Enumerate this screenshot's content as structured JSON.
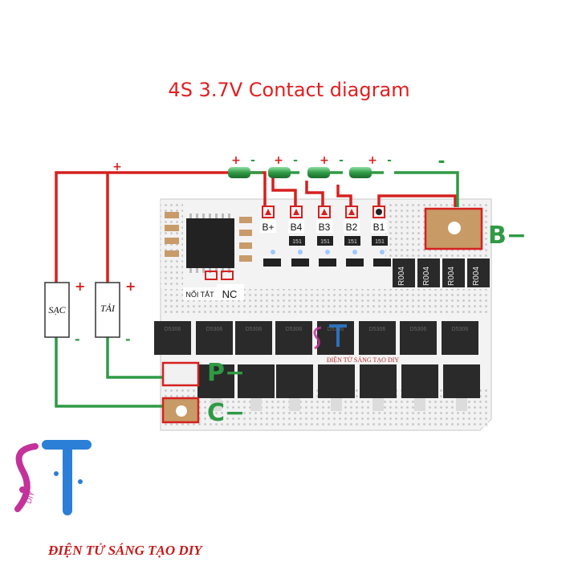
{
  "title": "4S 3.7V Contact diagram",
  "wire_signs": {
    "main_plus": "+",
    "cell_plus": "+",
    "cell_minus": "-",
    "minus_sign": "-",
    "label_plus": "+",
    "label_minus": "-"
  },
  "boxes": {
    "charge": "SẠC",
    "load": "TẢI"
  },
  "terminals": {
    "b_minus": "B−",
    "p_minus": "P−",
    "c_minus": "C−"
  },
  "balance_pads": [
    "B+",
    "B4",
    "B3",
    "B2",
    "B1"
  ],
  "short_labels": {
    "noi_tat": "NỐI TẮT",
    "nc": "NC"
  },
  "resistors": [
    "R004",
    "R004",
    "R004",
    "R004"
  ],
  "chip_codes": [
    "151",
    "151",
    "151",
    "151"
  ],
  "mosfet_codes": [
    "D5306",
    "D5306",
    "D5306",
    "D5306",
    "D5306",
    "D5306",
    "D5306",
    "D5306"
  ],
  "watermark_text": "ĐIỆN TỬ SÁNG TẠO DIY",
  "logo": {
    "letters": "ST",
    "caption": "DIY"
  },
  "brand": "ĐIỆN TỬ SÁNG TẠO DIY",
  "colors": {
    "red_wire": "#d62020",
    "green_wire": "#2f9a45",
    "board": "#f3f3f3",
    "mosfet": "#2a2a2a",
    "label_red": "#e02020"
  }
}
